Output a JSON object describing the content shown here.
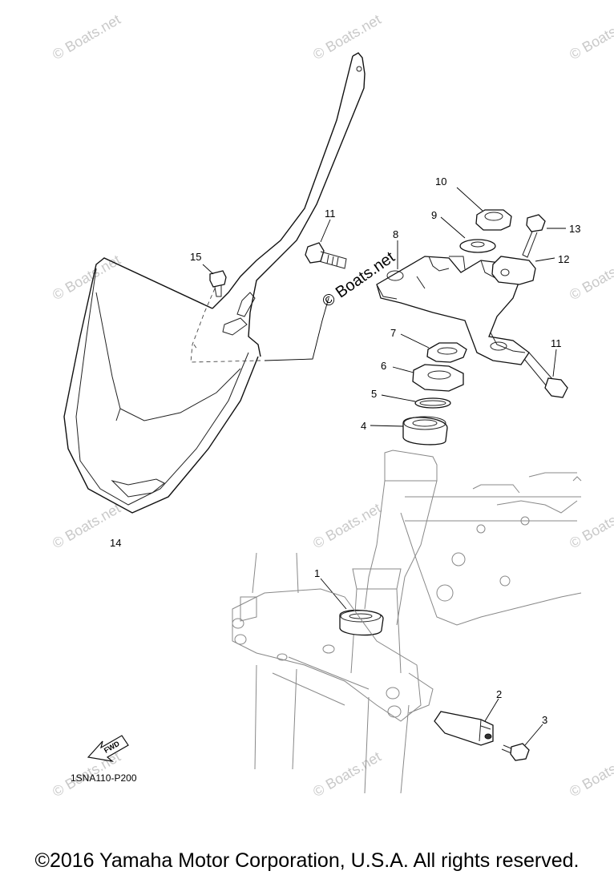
{
  "watermark": "© Boats.net",
  "overlay_label": "© Boats.net",
  "callouts": [
    "1",
    "2",
    "3",
    "4",
    "5",
    "6",
    "7",
    "8",
    "9",
    "10",
    "11",
    "11",
    "12",
    "13",
    "14",
    "15"
  ],
  "fwd_label": "FWD",
  "part_number": "1SNA110-P200",
  "copyright": "©2016 Yamaha Motor Corporation, U.S.A. All rights reserved."
}
